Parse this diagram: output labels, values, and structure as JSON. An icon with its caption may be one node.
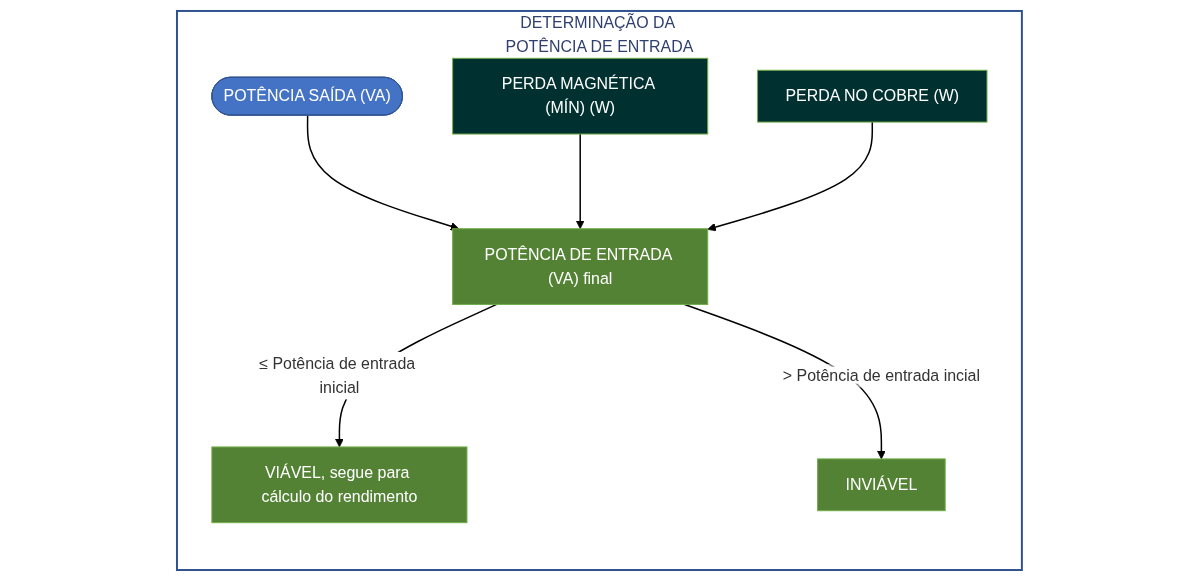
{
  "diagram": {
    "nodes": [
      {
        "text": [
          "DETERMINAÇÃO DA POTÊNCIA DE ENTRADA"
        ]
      },
      {
        "text": [
          "POTÊNCIA SAÍDA (VA)"
        ],
        "in": 0
      },
      {
        "text": [
          "PERDA MAGNÉTICA (MÍN) (W)"
        ],
        "in": 0
      },
      {
        "text": [
          "PERDA NO COBRE (W)"
        ],
        "in": 0
      },
      {
        "text": [
          "POTÊNCIA DE ENTRADA (VA) final"
        ],
        "in": 0
      },
      {
        "text": [
          "VIÁVEL, segue para cálculo do rendimento"
        ],
        "in": 0
      },
      {
        "text": [
          "INVIÁVEL"
        ],
        "in": 0
      }
    ],
    "edges": [
      {
        "from": 1,
        "to": 4,
        "arrow": "to"
      },
      {
        "from": 2,
        "to": 4,
        "arrow": "to"
      },
      {
        "from": 3,
        "to": 4,
        "arrow": "to"
      },
      {
        "from": 4,
        "to": 5,
        "arrow": "to",
        "label": "≤ Potência de entrada inicial"
      },
      {
        "from": 4,
        "to": 6,
        "arrow": "to",
        "label": "> Potência de entrada incial"
      }
    ]
  }
}
